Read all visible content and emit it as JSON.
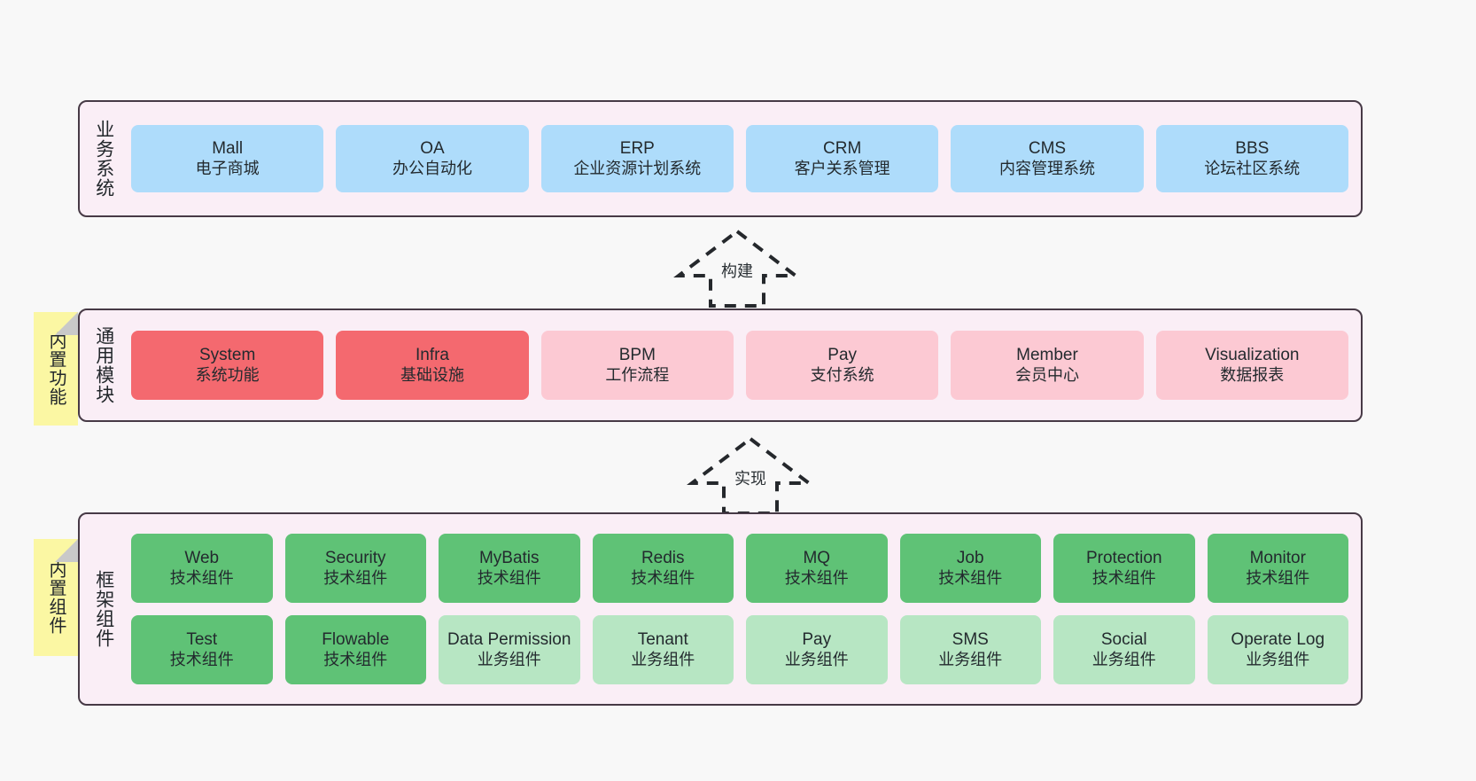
{
  "colors": {
    "background": "#f8f8f8",
    "layer_fill": "#faeef6",
    "layer_border": "#473a46",
    "business_card": "#aedcfb",
    "common_primary": "#f4696f",
    "common_secondary": "#fcc9d3",
    "framework_tech": "#5fc276",
    "framework_biz": "#b7e6c3",
    "sticky_note": "#fbf7a3",
    "sticky_fold": "#c9c9c9"
  },
  "layers": [
    {
      "id": "business",
      "title": "业务系统",
      "cards": [
        {
          "name": "Mall",
          "desc": "电子商城"
        },
        {
          "name": "OA",
          "desc": "办公自动化"
        },
        {
          "name": "ERP",
          "desc": "企业资源计划系统"
        },
        {
          "name": "CRM",
          "desc": "客户关系管理"
        },
        {
          "name": "CMS",
          "desc": "内容管理系统"
        },
        {
          "name": "BBS",
          "desc": "论坛社区系统"
        }
      ]
    },
    {
      "id": "common",
      "title": "通用模块",
      "sticky": "内置功能",
      "cards": [
        {
          "name": "System",
          "desc": "系统功能",
          "variant": "primary"
        },
        {
          "name": "Infra",
          "desc": "基础设施",
          "variant": "primary"
        },
        {
          "name": "BPM",
          "desc": "工作流程",
          "variant": "secondary"
        },
        {
          "name": "Pay",
          "desc": "支付系统",
          "variant": "secondary"
        },
        {
          "name": "Member",
          "desc": "会员中心",
          "variant": "secondary"
        },
        {
          "name": "Visualization",
          "desc": "数据报表",
          "variant": "secondary"
        }
      ]
    },
    {
      "id": "framework",
      "title": "框架组件",
      "sticky": "内置组件",
      "rows": [
        [
          {
            "name": "Web",
            "desc": "技术组件",
            "variant": "tech"
          },
          {
            "name": "Security",
            "desc": "技术组件",
            "variant": "tech"
          },
          {
            "name": "MyBatis",
            "desc": "技术组件",
            "variant": "tech"
          },
          {
            "name": "Redis",
            "desc": "技术组件",
            "variant": "tech"
          },
          {
            "name": "MQ",
            "desc": "技术组件",
            "variant": "tech"
          },
          {
            "name": "Job",
            "desc": "技术组件",
            "variant": "tech"
          },
          {
            "name": "Protection",
            "desc": "技术组件",
            "variant": "tech"
          },
          {
            "name": "Monitor",
            "desc": "技术组件",
            "variant": "tech"
          }
        ],
        [
          {
            "name": "Test",
            "desc": "技术组件",
            "variant": "tech"
          },
          {
            "name": "Flowable",
            "desc": "技术组件",
            "variant": "tech"
          },
          {
            "name": "Data Permission",
            "desc": "业务组件",
            "variant": "biz"
          },
          {
            "name": "Tenant",
            "desc": "业务组件",
            "variant": "biz"
          },
          {
            "name": "Pay",
            "desc": "业务组件",
            "variant": "biz"
          },
          {
            "name": "SMS",
            "desc": "业务组件",
            "variant": "biz"
          },
          {
            "name": "Social",
            "desc": "业务组件",
            "variant": "biz"
          },
          {
            "name": "Operate Log",
            "desc": "业务组件",
            "variant": "biz"
          }
        ]
      ]
    }
  ],
  "arrows": [
    {
      "id": "build",
      "label": "构建"
    },
    {
      "id": "impl",
      "label": "实现"
    }
  ]
}
